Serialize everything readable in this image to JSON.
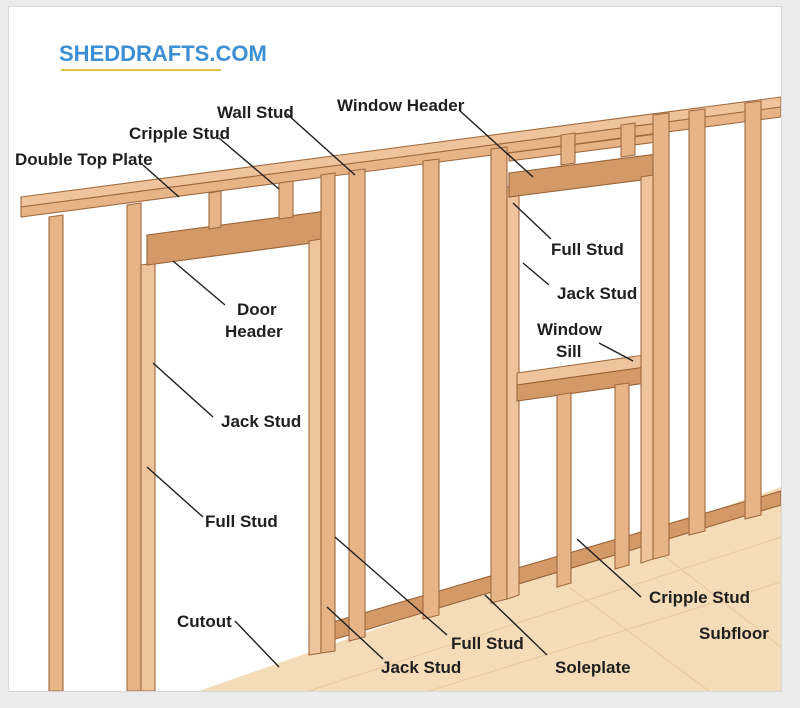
{
  "brand": {
    "name": "SHEDDRAFTS.COM",
    "accent_color": "#3d8fd4",
    "underline_color": "#e3c23c"
  },
  "labels": {
    "double_top_plate": "Double Top Plate",
    "cripple_stud_top": "Cripple Stud",
    "wall_stud": "Wall Stud",
    "window_header": "Window Header",
    "full_stud_window": "Full Stud",
    "jack_stud_window": "Jack Stud",
    "window_sill_line1": "Window",
    "window_sill_line2": "Sill",
    "door_header_line1": "Door",
    "door_header_line2": "Header",
    "jack_stud_door": "Jack Stud",
    "full_stud_door": "Full Stud",
    "cutout": "Cutout",
    "full_stud_bottom": "Full Stud",
    "jack_stud_bottom": "Jack Stud",
    "soleplate": "Soleplate",
    "cripple_stud_bottom": "Cripple Stud",
    "subfloor": "Subfloor"
  },
  "colors": {
    "wood": "#e7b487",
    "wood_edge": "#a06a3e",
    "floor": "#f4dcb8",
    "text": "#1f1f1f"
  }
}
